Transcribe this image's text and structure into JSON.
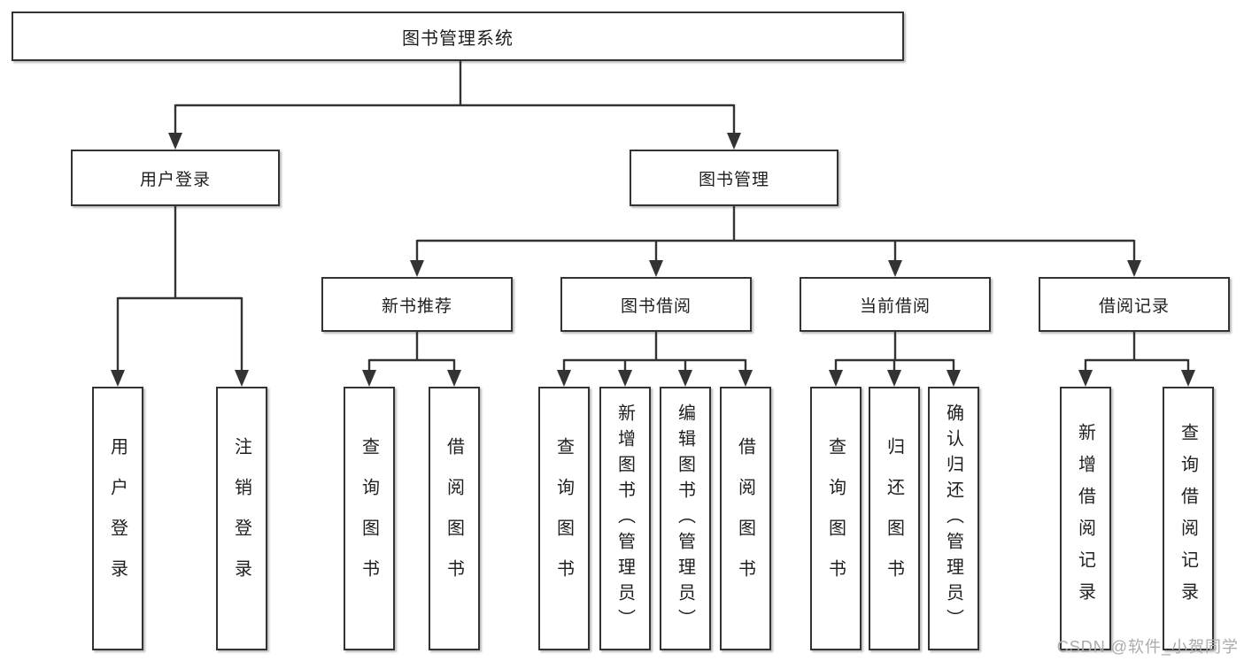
{
  "tree": {
    "label": "图书管理系统",
    "children": [
      {
        "label": "用户登录",
        "children": [
          {
            "label": "用户登录"
          },
          {
            "label": "注销登录"
          }
        ]
      },
      {
        "label": "图书管理",
        "children": [
          {
            "label": "新书推荐",
            "children": [
              {
                "label": "查询图书"
              },
              {
                "label": "借阅图书"
              }
            ]
          },
          {
            "label": "图书借阅",
            "children": [
              {
                "label": "查询图书"
              },
              {
                "label": "新增图书（管理员）"
              },
              {
                "label": "编辑图书（管理员）"
              },
              {
                "label": "借阅图书"
              }
            ]
          },
          {
            "label": "当前借阅",
            "children": [
              {
                "label": "查询图书"
              },
              {
                "label": "归还图书"
              },
              {
                "label": "确认归还（管理员）"
              }
            ]
          },
          {
            "label": "借阅记录",
            "children": [
              {
                "label": "新增借阅记录"
              },
              {
                "label": "查询借阅记录"
              }
            ]
          }
        ]
      }
    ]
  },
  "watermark": {
    "text": "CSDN @软件_小贺同学"
  },
  "colors": {
    "line": "#333333",
    "text": "#1f1f1f",
    "watermark": "#ababab",
    "background": "#ffffff"
  }
}
